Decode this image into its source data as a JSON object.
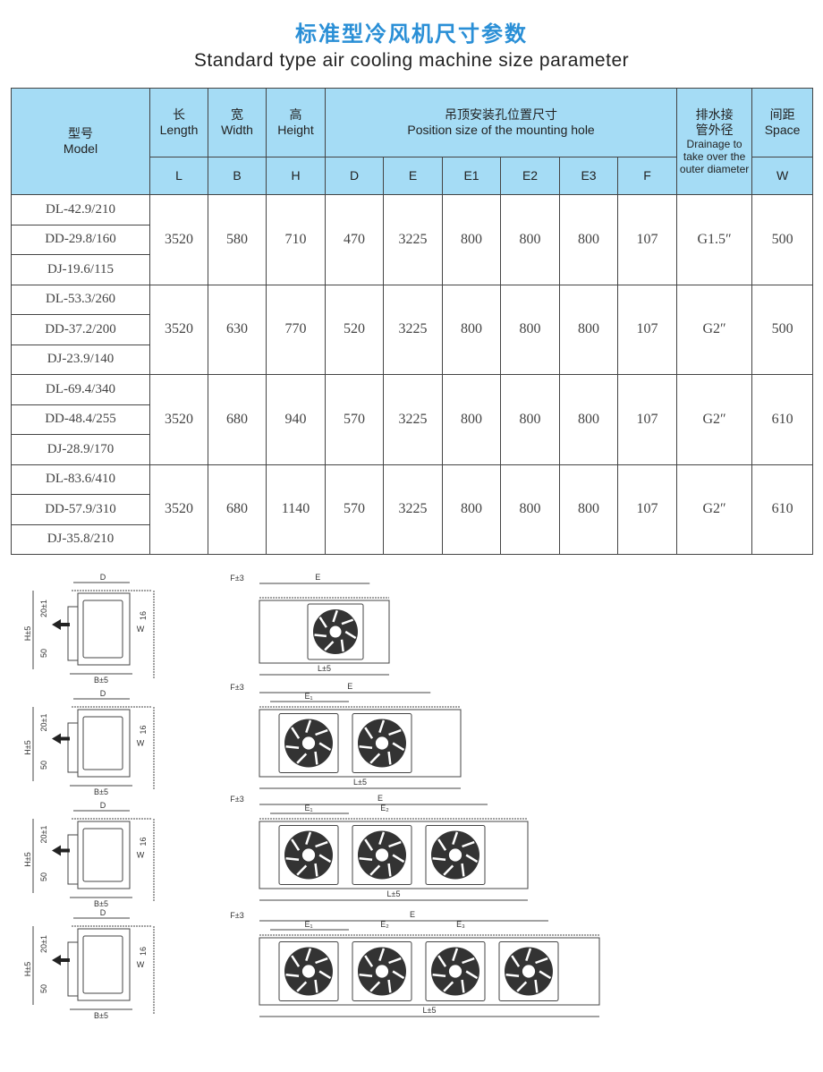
{
  "title_cn": "标准型冷风机尺寸参数",
  "title_en": "Standard type air cooling machine size parameter",
  "header": {
    "model_cn": "型号",
    "model_en": "Model",
    "length_cn": "长",
    "length_en": "Length",
    "width_cn": "宽",
    "width_en": "Width",
    "height_cn": "高",
    "height_en": "Height",
    "mount_cn": "吊顶安装孔位置尺寸",
    "mount_en": "Position size of the mounting hole",
    "drain_cn1": "排水接",
    "drain_cn2": "管外径",
    "drain_en": "Drainage to take over the outer diameter",
    "space_cn": "间距",
    "space_en": "Space",
    "sub": [
      "L",
      "B",
      "H",
      "D",
      "E",
      "E1",
      "E2",
      "E3",
      "F",
      "W"
    ]
  },
  "groups": [
    {
      "models": [
        "DL-42.9/210",
        "DD-29.8/160",
        "DJ-19.6/115"
      ],
      "values": [
        "3520",
        "580",
        "710",
        "470",
        "3225",
        "800",
        "800",
        "800",
        "107",
        "G1.5″",
        "500"
      ]
    },
    {
      "models": [
        "DL-53.3/260",
        "DD-37.2/200",
        "DJ-23.9/140"
      ],
      "values": [
        "3520",
        "630",
        "770",
        "520",
        "3225",
        "800",
        "800",
        "800",
        "107",
        "G2″",
        "500"
      ]
    },
    {
      "models": [
        "DL-69.4/340",
        "DD-48.4/255",
        "DJ-28.9/170"
      ],
      "values": [
        "3520",
        "680",
        "940",
        "570",
        "3225",
        "800",
        "800",
        "800",
        "107",
        "G2″",
        "610"
      ]
    },
    {
      "models": [
        "DL-83.6/410",
        "DD-57.9/310",
        "DJ-35.8/210"
      ],
      "values": [
        "3520",
        "680",
        "1140",
        "570",
        "3225",
        "800",
        "800",
        "800",
        "107",
        "G2″",
        "610"
      ]
    }
  ],
  "drawing_labels": {
    "D": "D",
    "H": "H±5",
    "h20": "20±1",
    "h50": "50",
    "h16": "16",
    "W": "W",
    "B": "B±5",
    "F": "F±3",
    "E": "E",
    "E1": "E₁",
    "E2": "E₂",
    "E3": "E₃",
    "L": "L±5"
  }
}
